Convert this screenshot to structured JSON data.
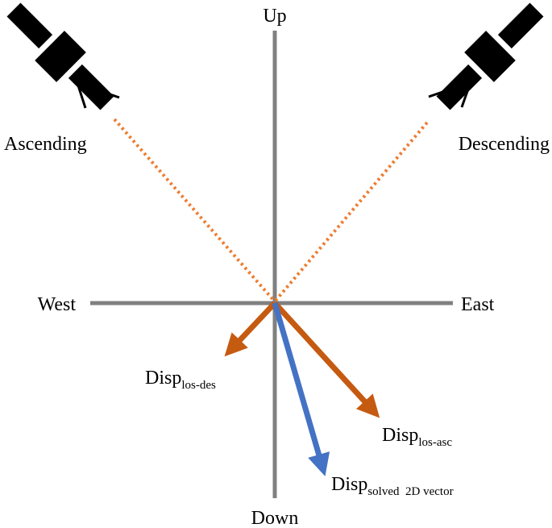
{
  "directions": {
    "up": "Up",
    "down": "Down",
    "west": "West",
    "east": "East"
  },
  "satellites": {
    "ascending": "Ascending",
    "descending": "Descending"
  },
  "vectors": {
    "los_des": {
      "main": "Disp",
      "sub": "los-des"
    },
    "los_asc": {
      "main": "Disp",
      "sub": "los-asc"
    },
    "solved": {
      "main": "Disp",
      "sub": "solved  2D vector"
    }
  },
  "colors": {
    "axis": "#808080",
    "los": "#c55a11",
    "los_dotted": "#ed7d31",
    "solved": "#4472c4",
    "satellite": "#000000"
  }
}
